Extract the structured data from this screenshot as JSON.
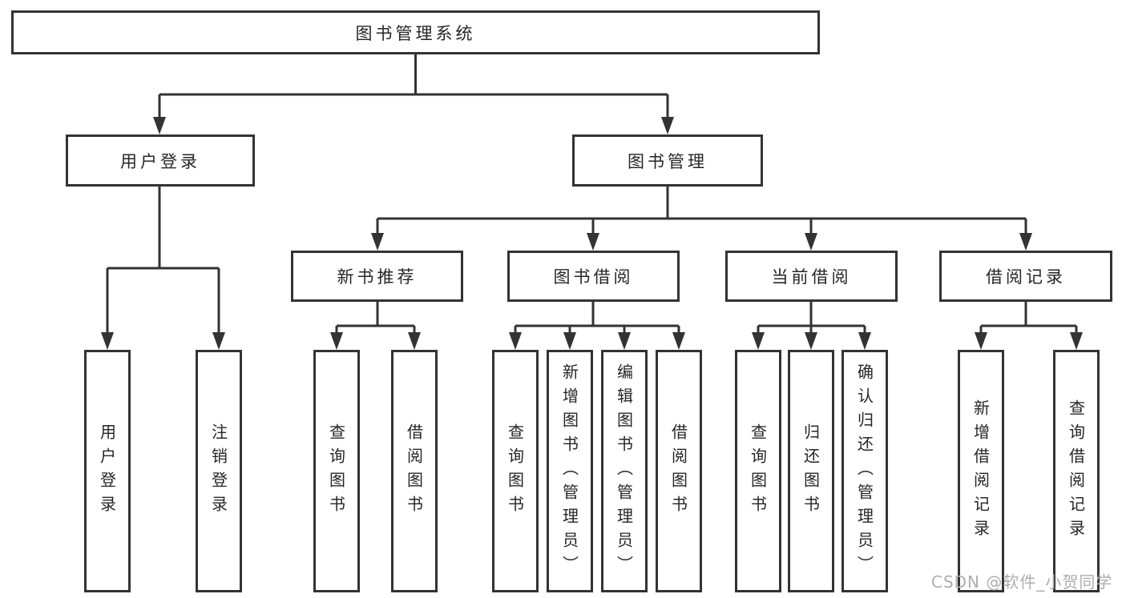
{
  "diagram": {
    "root": {
      "label": "图书管理系统"
    },
    "level2": [
      {
        "label": "用户登录",
        "children": [
          {
            "label": "用户登录"
          },
          {
            "label": "注销登录"
          }
        ]
      },
      {
        "label": "图书管理"
      }
    ],
    "level3": [
      {
        "label": "新书推荐",
        "children": [
          {
            "label": "查询图书"
          },
          {
            "label": "借阅图书"
          }
        ]
      },
      {
        "label": "图书借阅",
        "children": [
          {
            "label": "查询图书"
          },
          {
            "label": "新增图书（管理员）"
          },
          {
            "label": "编辑图书（管理员）"
          },
          {
            "label": "借阅图书"
          }
        ]
      },
      {
        "label": "当前借阅",
        "children": [
          {
            "label": "查询图书"
          },
          {
            "label": "归还图书"
          },
          {
            "label": "确认归还（管理员）"
          }
        ]
      },
      {
        "label": "借阅记录",
        "children": [
          {
            "label": "新增借阅记录"
          },
          {
            "label": "查询借阅记录"
          }
        ]
      }
    ]
  },
  "watermark": {
    "text": "CSDN @软件_小贺同学"
  },
  "colors": {
    "line": "#333333",
    "box_border": "#333333",
    "box_fill": "#ffffff",
    "text": "#262626",
    "watermark": "#adadad",
    "background": "#ffffff"
  }
}
